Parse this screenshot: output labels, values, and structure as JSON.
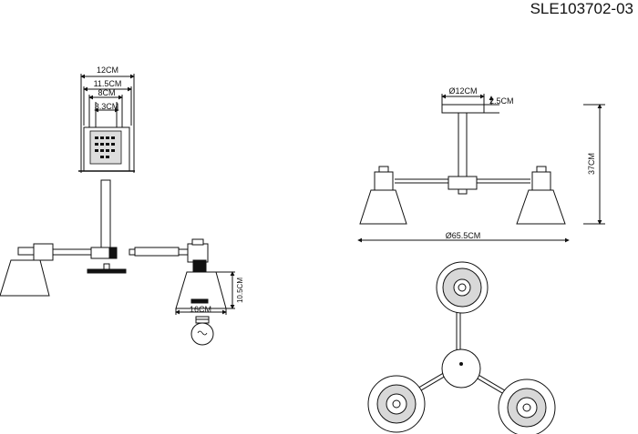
{
  "product_code": "SLE103702-03",
  "exploded": {
    "width_outer": "12CM",
    "width_mid": "11.5CM",
    "width_inner": "8CM",
    "canopy_depth": "3.3CM",
    "shade_height": "10.5CM",
    "shade_width": "16CM"
  },
  "front": {
    "canopy_diameter": "Ø12CM",
    "canopy_height": "2.5CM",
    "total_height": "37CM",
    "total_width": "Ø65.5CM"
  },
  "colors": {
    "line": "#111111",
    "shade_inner": "#cfcfcf",
    "bulb": "#ffffff"
  }
}
